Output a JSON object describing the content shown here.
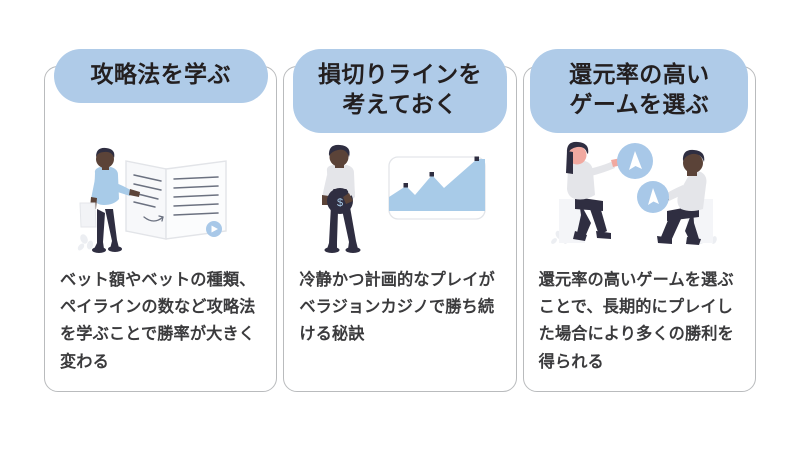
{
  "colors": {
    "pill_blue": "#afcbe8",
    "card_border": "#b9bbbd",
    "heading_text": "#231f20",
    "body_text": "#3b3b3d",
    "background": "#ffffff",
    "illustration_blue": "#a8c8e8",
    "illustration_dark": "#2f2e41",
    "skin_dark": "#45332c",
    "shirt_light": "#e6e6eb"
  },
  "cards": [
    {
      "heading": "攻略法を学ぶ",
      "body": "ベット額やベットの種類、ペイラインの数など攻略法を学ぶことで勝率が大きく変わる",
      "illustration": "person-reading-open-book"
    },
    {
      "heading": "損切りラインを\n考えておく",
      "body": "冷静かつ計画的なプレイがベラジョンカジノで勝ち続ける秘訣",
      "illustration": "person-with-money-bag-and-growth-chart"
    },
    {
      "heading": "還元率の高い\nゲームを選ぶ",
      "body": "還元率の高いゲームを選ぶことで、長期的にプレイした場合により多くの勝利を得られる",
      "illustration": "two-people-seated-with-cursor-badges"
    }
  ]
}
